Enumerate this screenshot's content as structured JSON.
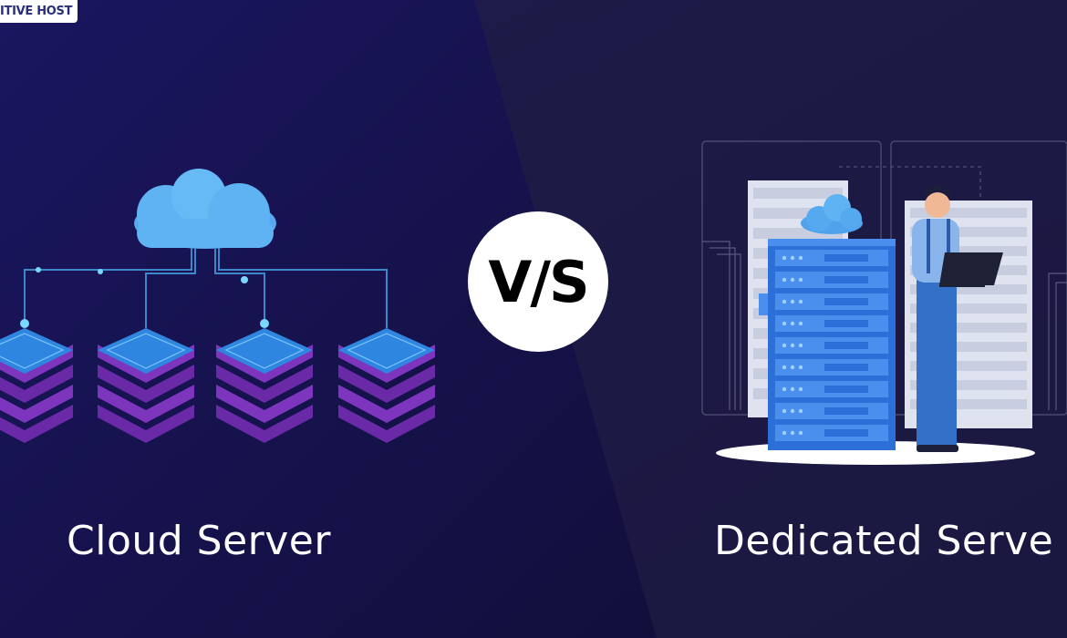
{
  "brand": {
    "text": "ITIVE HOST"
  },
  "vs": {
    "text": "V/S"
  },
  "left": {
    "caption": "Cloud Server",
    "icon": "cloud-network-icon"
  },
  "right": {
    "caption": "Dedicated Serve",
    "icon": "server-rack-icon"
  },
  "colors": {
    "background_left": "#15114a",
    "background_right": "#1d1a45",
    "cloud": "#5fb3f2",
    "server_top": "#2f7fd9",
    "server_side": "#7b2fb6",
    "rack": "#2d6fd8",
    "text": "#ffffff"
  }
}
